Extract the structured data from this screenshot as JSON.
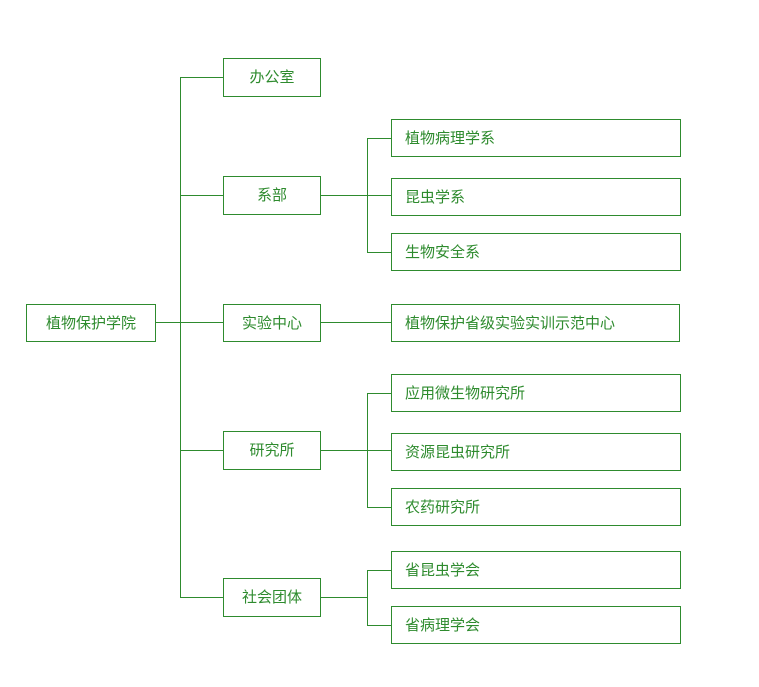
{
  "colors": {
    "line": "#2e8b2e",
    "text": "#2e8b2e",
    "background": "#ffffff"
  },
  "root": {
    "label": "植物保护学院"
  },
  "branches": [
    {
      "label": "办公室",
      "children": []
    },
    {
      "label": "系部",
      "children": [
        {
          "label": "植物病理学系"
        },
        {
          "label": "昆虫学系"
        },
        {
          "label": "生物安全系"
        }
      ]
    },
    {
      "label": "实验中心",
      "children": [
        {
          "label": "植物保护省级实验实训示范中心"
        }
      ]
    },
    {
      "label": "研究所",
      "children": [
        {
          "label": "应用微生物研究所"
        },
        {
          "label": "资源昆虫研究所"
        },
        {
          "label": "农药研究所"
        }
      ]
    },
    {
      "label": "社会团体",
      "children": [
        {
          "label": "省昆虫学会"
        },
        {
          "label": "省病理学会"
        }
      ]
    }
  ]
}
